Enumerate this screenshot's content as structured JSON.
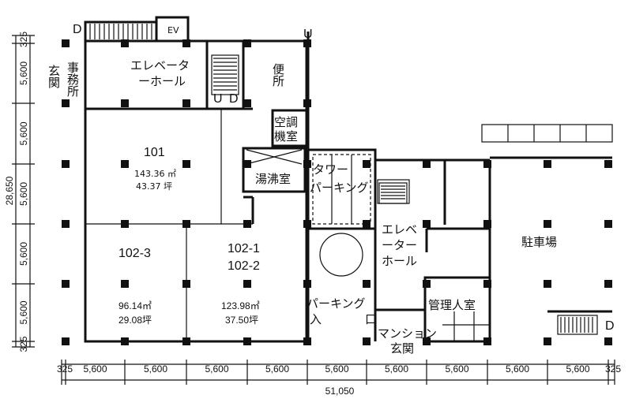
{
  "title": "Floor plan",
  "rooms": {
    "entrance": "玄関",
    "office": "事務所",
    "elevator_hall_top": "エレベーターホール",
    "elevator_hall_top_l1": "エレベータ",
    "elevator_hall_top_l2": "ーホール",
    "toilet": "便所",
    "aircon_l1": "空調",
    "aircon_l2": "機室",
    "kitchenette": "湯沸室",
    "tower_parking_l1": "タワー",
    "tower_parking_l2": "パーキング",
    "parking_entry_l1": "パーキング",
    "parking_entry_l2": "入",
    "parking_entry_l3": "口",
    "elevator_hall_l1": "エレベ",
    "elevator_hall_l2": "ーター",
    "elevator_hall_l3": "ホール",
    "mansion_entry_l1": "マンション",
    "mansion_entry_l2": "玄関",
    "manager_room": "管理人室",
    "parking_lot": "駐車場"
  },
  "units": [
    {
      "id": "101",
      "area_m2": "143.36 ㎡",
      "area_tsubo": "43.37 坪"
    },
    {
      "id": "102-3",
      "area_m2": "96.14㎡",
      "area_tsubo": "29.08坪"
    },
    {
      "id": "102-1",
      "id2": "102-2",
      "area_m2": "123.98㎡",
      "area_tsubo": "37.50坪"
    }
  ],
  "marks": {
    "down": "D",
    "up": "U",
    "ud_u": "U",
    "ud_d": "D",
    "ev": "EV"
  },
  "dimensions": {
    "vertical": [
      "325",
      "5,600",
      "5,600",
      "5,600",
      "5,600",
      "5,600",
      "325"
    ],
    "vertical_total": "28,650",
    "horizontal": [
      "325",
      "5,600",
      "5,600",
      "5,600",
      "5,600",
      "5,600",
      "5,600",
      "5,600",
      "5,600",
      "5,600",
      "325"
    ],
    "horizontal_total": "51,050"
  }
}
